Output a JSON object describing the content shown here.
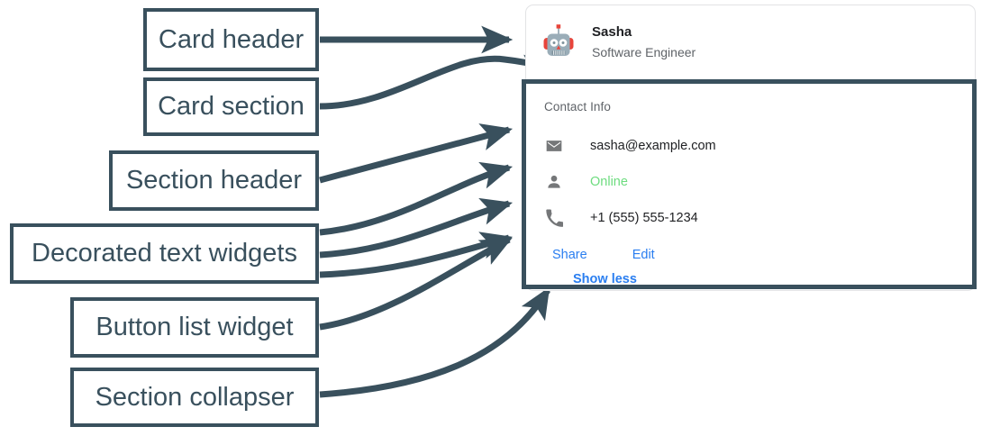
{
  "annotations": {
    "callouts": [
      {
        "id": "card-header",
        "label": "Card header"
      },
      {
        "id": "card-section",
        "label": "Card section"
      },
      {
        "id": "section-header",
        "label": "Section header"
      },
      {
        "id": "decorated-text-widgets",
        "label": "Decorated text widgets"
      },
      {
        "id": "button-list-widget",
        "label": "Button list widget"
      },
      {
        "id": "section-collapser",
        "label": "Section collapser"
      }
    ],
    "stroke_color": "#39505d",
    "box_border_color": "#39505d"
  },
  "card": {
    "header": {
      "avatar_icon": "robot-avatar-icon",
      "title": "Sasha",
      "subtitle": "Software Engineer"
    },
    "section": {
      "header": "Contact Info",
      "widgets": [
        {
          "icon": "email-icon",
          "text": "sasha@example.com",
          "color": "#202124"
        },
        {
          "icon": "person-icon",
          "text": "Online",
          "color": "#6ddc7f"
        },
        {
          "icon": "phone-icon",
          "text": "+1 (555) 555-1234",
          "color": "#202124"
        }
      ],
      "buttons": [
        {
          "label": "Share"
        },
        {
          "label": "Edit"
        }
      ],
      "collapser": {
        "label": "Show less"
      }
    }
  },
  "colors": {
    "link_blue": "#2a7ef0",
    "online_green": "#6ddc7f",
    "annotation_slate": "#39505d",
    "muted_text": "#5f6368",
    "primary_text": "#202124"
  }
}
